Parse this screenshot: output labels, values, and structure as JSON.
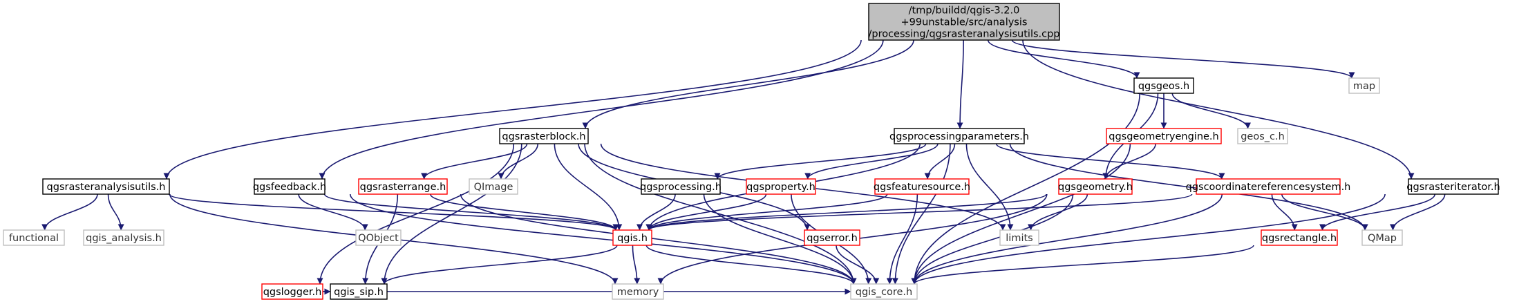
{
  "colors": {
    "edge": "#191970",
    "root_fill": "#bfbfbf",
    "documented_border": "#000000",
    "undocumented_border": "#ff0000",
    "external_border": "#bfbfbf",
    "box_fill": "#ffffff"
  },
  "graph": {
    "root": {
      "id": "root",
      "lines": [
        "/tmp/buildd/qgis-3.2.0",
        "+99unstable/src/analysis",
        "/processing/qgsrasteranalysisutils.cpp"
      ],
      "kind": "root"
    },
    "nodes": [
      {
        "id": "qgsrasteranalysisutils_h",
        "label": "qgsrasteranalysisutils.h",
        "kind": "documented"
      },
      {
        "id": "qgsrasterblock_h",
        "label": "qgsrasterblock.h",
        "kind": "documented"
      },
      {
        "id": "qgsprocessingparameters_h",
        "label": "qgsprocessingparameters.h",
        "kind": "documented"
      },
      {
        "id": "qgsgeos_h",
        "label": "qgsgeos.h",
        "kind": "documented"
      },
      {
        "id": "map",
        "label": "map",
        "kind": "external"
      },
      {
        "id": "qgsrasteriterator_h",
        "label": "qgsrasteriterator.h",
        "kind": "documented"
      },
      {
        "id": "functional",
        "label": "functional",
        "kind": "external"
      },
      {
        "id": "qgis_analysis_h",
        "label": "qgis_analysis.h",
        "kind": "external"
      },
      {
        "id": "qgsfeedback_h",
        "label": "qgsfeedback.h",
        "kind": "documented"
      },
      {
        "id": "qgsrasterrange_h",
        "label": "qgsrasterrange.h",
        "kind": "undocumented"
      },
      {
        "id": "qimage",
        "label": "QImage",
        "kind": "external"
      },
      {
        "id": "qgsprocessing_h",
        "label": "qgsprocessing.h",
        "kind": "documented"
      },
      {
        "id": "qgsproperty_h",
        "label": "qgsproperty.h",
        "kind": "undocumented"
      },
      {
        "id": "qgsfeaturesource_h",
        "label": "qgsfeaturesource.h",
        "kind": "undocumented"
      },
      {
        "id": "qgsgeometry_h",
        "label": "qgsgeometry.h",
        "kind": "undocumented"
      },
      {
        "id": "qgscoordinatereferencesystem_h",
        "label": "qgscoordinatereferencesystem.h",
        "kind": "undocumented"
      },
      {
        "id": "qgsgeometryengine_h",
        "label": "qgsgeometryengine.h",
        "kind": "undocumented"
      },
      {
        "id": "geos_c_h",
        "label": "geos_c.h",
        "kind": "external"
      },
      {
        "id": "qgslogger_h",
        "label": "qgslogger.h",
        "kind": "undocumented"
      },
      {
        "id": "qobject",
        "label": "QObject",
        "kind": "external"
      },
      {
        "id": "qgis_h",
        "label": "qgis.h",
        "kind": "undocumented"
      },
      {
        "id": "qgserror_h",
        "label": "qgserror.h",
        "kind": "undocumented"
      },
      {
        "id": "limits",
        "label": "limits",
        "kind": "external"
      },
      {
        "id": "qgsrectangle_h",
        "label": "qgsrectangle.h",
        "kind": "undocumented"
      },
      {
        "id": "qmap",
        "label": "QMap",
        "kind": "external"
      },
      {
        "id": "qgis_sip_h",
        "label": "qgis_sip.h",
        "kind": "documented"
      },
      {
        "id": "memory",
        "label": "memory",
        "kind": "external"
      },
      {
        "id": "qgis_core_h",
        "label": "qgis_core.h",
        "kind": "external"
      }
    ],
    "edges": [
      [
        "root",
        "qgsrasteranalysisutils_h"
      ],
      [
        "root",
        "qgsfeedback_h"
      ],
      [
        "root",
        "qgsrasterblock_h"
      ],
      [
        "root",
        "qgsprocessingparameters_h"
      ],
      [
        "root",
        "qgsgeos_h"
      ],
      [
        "root",
        "qgsrasteriterator_h"
      ],
      [
        "root",
        "map"
      ],
      [
        "qgsrasteranalysisutils_h",
        "functional"
      ],
      [
        "qgsrasteranalysisutils_h",
        "qgis_analysis_h"
      ],
      [
        "qgsrasteranalysisutils_h",
        "qgis_h"
      ],
      [
        "qgsrasteranalysisutils_h",
        "memory"
      ],
      [
        "qgsrasterblock_h",
        "qgis_h"
      ],
      [
        "qgsrasterblock_h",
        "qgis_core_h"
      ],
      [
        "qgsrasterblock_h",
        "qgis_sip_h"
      ],
      [
        "qgsrasterblock_h",
        "limits"
      ],
      [
        "qgsrasterblock_h",
        "qimage"
      ],
      [
        "qgsrasterblock_h",
        "qgserror_h"
      ],
      [
        "qgsrasterblock_h",
        "qgslogger_h"
      ],
      [
        "qgsrasterblock_h",
        "qgsrasterrange_h"
      ],
      [
        "qgsfeedback_h",
        "qobject"
      ],
      [
        "qgsfeedback_h",
        "qgis_h"
      ],
      [
        "qgsfeedback_h",
        "qgis_core_h"
      ],
      [
        "qgsrasterrange_h",
        "qgis_h"
      ],
      [
        "qgsrasterrange_h",
        "qgis_core_h"
      ],
      [
        "qgsrasterrange_h",
        "qgis_sip_h"
      ],
      [
        "qgslogger_h",
        "qgis_core_h"
      ],
      [
        "qgslogger_h",
        "qgis_sip_h"
      ],
      [
        "qgserror_h",
        "qgis_core_h"
      ],
      [
        "qgis_h",
        "memory"
      ],
      [
        "qgis_h",
        "qgis_core_h"
      ],
      [
        "qgis_h",
        "qgis_sip_h"
      ],
      [
        "qgsprocessingparameters_h",
        "qgis_core_h"
      ],
      [
        "qgsprocessingparameters_h",
        "qgis_h"
      ],
      [
        "qgsprocessingparameters_h",
        "qgsprocessing_h"
      ],
      [
        "qgsprocessingparameters_h",
        "qgsproperty_h"
      ],
      [
        "qgsprocessingparameters_h",
        "qgscoordinatereferencesystem_h"
      ],
      [
        "qgsprocessingparameters_h",
        "qgsfeaturesource_h"
      ],
      [
        "qgsprocessingparameters_h",
        "qmap"
      ],
      [
        "qgsprocessingparameters_h",
        "limits"
      ],
      [
        "qgsprocessing_h",
        "qgis_core_h"
      ],
      [
        "qgsprocessing_h",
        "qgis_h"
      ],
      [
        "qgsproperty_h",
        "qgis_h"
      ],
      [
        "qgsproperty_h",
        "qgis_core_h"
      ],
      [
        "qgscoordinatereferencesystem_h",
        "qgis_core_h"
      ],
      [
        "qgscoordinatereferencesystem_h",
        "qgis_h"
      ],
      [
        "qgscoordinatereferencesystem_h",
        "qgsrectangle_h"
      ],
      [
        "qgscoordinatereferencesystem_h",
        "qmap"
      ],
      [
        "qgsrectangle_h",
        "qgis_core_h"
      ],
      [
        "qgsfeaturesource_h",
        "qgis_core_h"
      ],
      [
        "qgsfeaturesource_h",
        "qgis_h"
      ],
      [
        "qgsgeos_h",
        "qgis_core_h"
      ],
      [
        "qgsgeos_h",
        "qgsgeometryengine_h"
      ],
      [
        "qgsgeos_h",
        "qgsgeometry_h"
      ],
      [
        "qgsgeos_h",
        "geos_c_h"
      ],
      [
        "qgsgeometryengine_h",
        "qgis_core_h"
      ],
      [
        "qgsgeometryengine_h",
        "qgsgeometry_h"
      ],
      [
        "qgsgeometry_h",
        "qgis_core_h"
      ],
      [
        "qgsgeometry_h",
        "qgis_h"
      ],
      [
        "qgsgeometry_h",
        "memory"
      ],
      [
        "qgsgeometry_h",
        "limits"
      ],
      [
        "qgsrasteriterator_h",
        "qgis_core_h"
      ],
      [
        "qgsrasteriterator_h",
        "qmap"
      ],
      [
        "qgsrasteriterator_h",
        "qgsrectangle_h"
      ]
    ]
  }
}
